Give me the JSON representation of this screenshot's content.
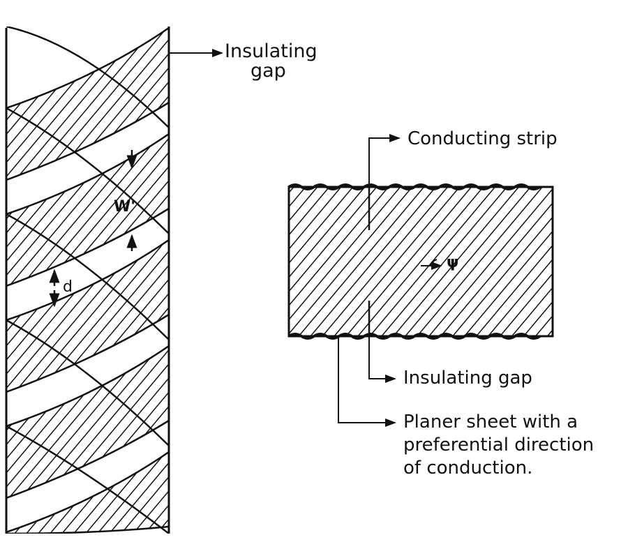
{
  "figure": {
    "left": {
      "label_insulating_gap_line1": "Insulating",
      "label_insulating_gap_line2": "gap",
      "dim_width": "W'",
      "dim_spacing": "d"
    },
    "right": {
      "label_conducting_strip": "Conducting strip",
      "angle_symbol": "ψ",
      "label_insulating_gap": "Insulating gap",
      "label_planar_line1": "Planer sheet with a",
      "label_planar_line2": "preferential direction",
      "label_planar_line3": "of conduction."
    }
  },
  "colors": {
    "ink": "#111111",
    "paper": "#ffffff"
  }
}
